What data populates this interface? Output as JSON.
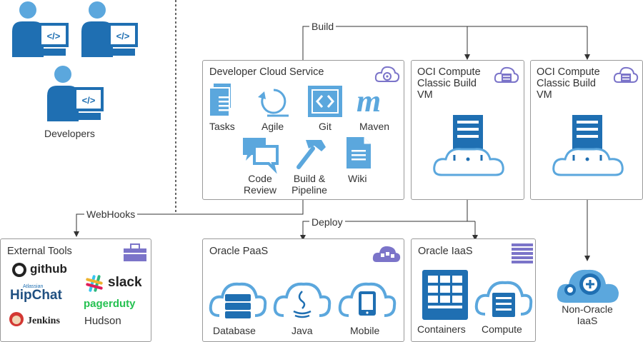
{
  "developers": {
    "label": "Developers"
  },
  "edges": {
    "build": "Build",
    "deploy": "Deploy",
    "webhooks": "WebHooks"
  },
  "dcs": {
    "title": "Developer Cloud Service",
    "items": [
      "Tasks",
      "Agile",
      "Git",
      "Maven",
      "Code Review",
      "Build & Pipeline",
      "Wiki"
    ]
  },
  "vm1": {
    "title": "OCI Compute Classic Build VM"
  },
  "vm2": {
    "title": "OCI Compute Classic Build VM"
  },
  "external": {
    "title": "External Tools",
    "tools": [
      "github",
      "Atlassian",
      "HipChat",
      "Jenkins",
      "slack",
      "pagerduty",
      "Hudson"
    ]
  },
  "paas": {
    "title": "Oracle PaaS",
    "items": [
      "Database",
      "Java",
      "Mobile"
    ]
  },
  "iaas": {
    "title": "Oracle IaaS",
    "items": [
      "Containers",
      "Compute"
    ]
  },
  "nonoracle": {
    "label": "Non-Oracle IaaS"
  },
  "colors": {
    "blue": "#1f6fb2",
    "lightblue": "#5ba7dd",
    "purple": "#7b74c9",
    "border": "#9a9a9a"
  }
}
